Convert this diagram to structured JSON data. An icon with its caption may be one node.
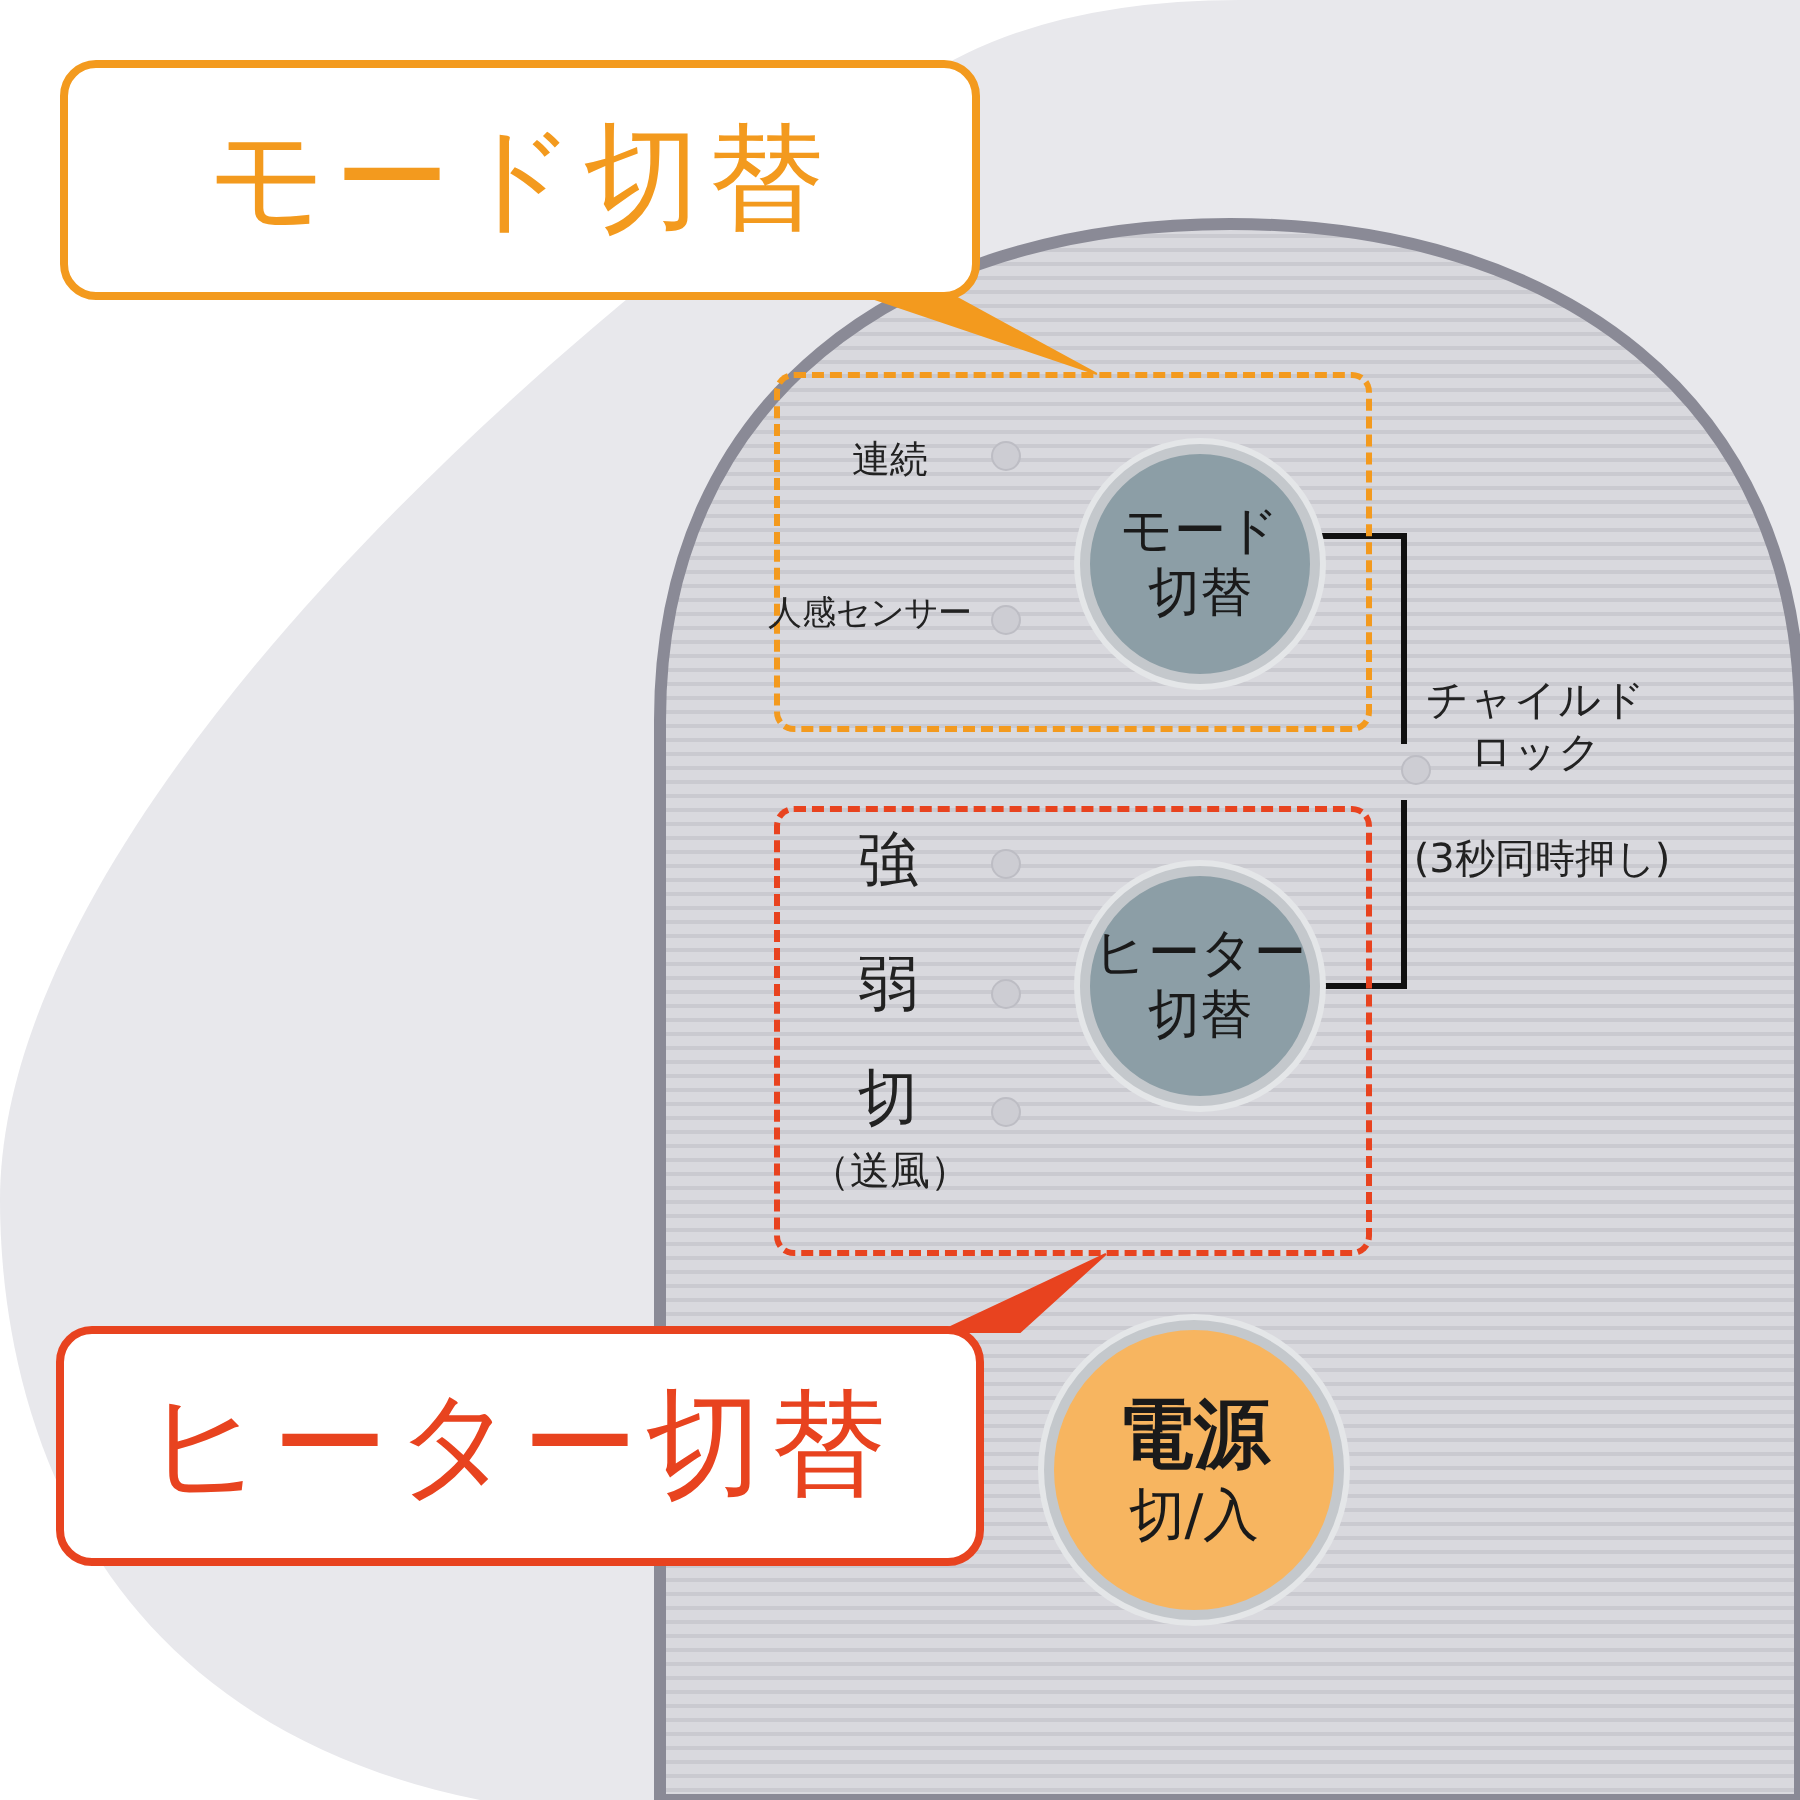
{
  "diagram": {
    "nodes": [
      {
        "text": [
          "モード切替"
        ]
      },
      {
        "text": [],
        "shape": "box"
      },
      {
        "text": [
          "モード切替"
        ],
        "in": 1
      },
      {
        "text": [
          "ヒーター切替"
        ]
      },
      {
        "text": [],
        "shape": "box"
      },
      {
        "text": [
          "ヒーター切替"
        ],
        "in": 4
      },
      {
        "text": [
          "電源",
          "切/入"
        ]
      }
    ],
    "edges": [
      {
        "from": 0,
        "to": 1,
        "arrow": "none",
        "color": "#f39a1e"
      },
      {
        "from": 3,
        "to": 4,
        "arrow": "none",
        "color": "#e8431f"
      }
    ],
    "labels": [
      "連続",
      "人感センサー",
      "チャイルドロック",
      "(3秒同時押し)",
      "強",
      "弱",
      "切",
      "（送風）"
    ]
  }
}
